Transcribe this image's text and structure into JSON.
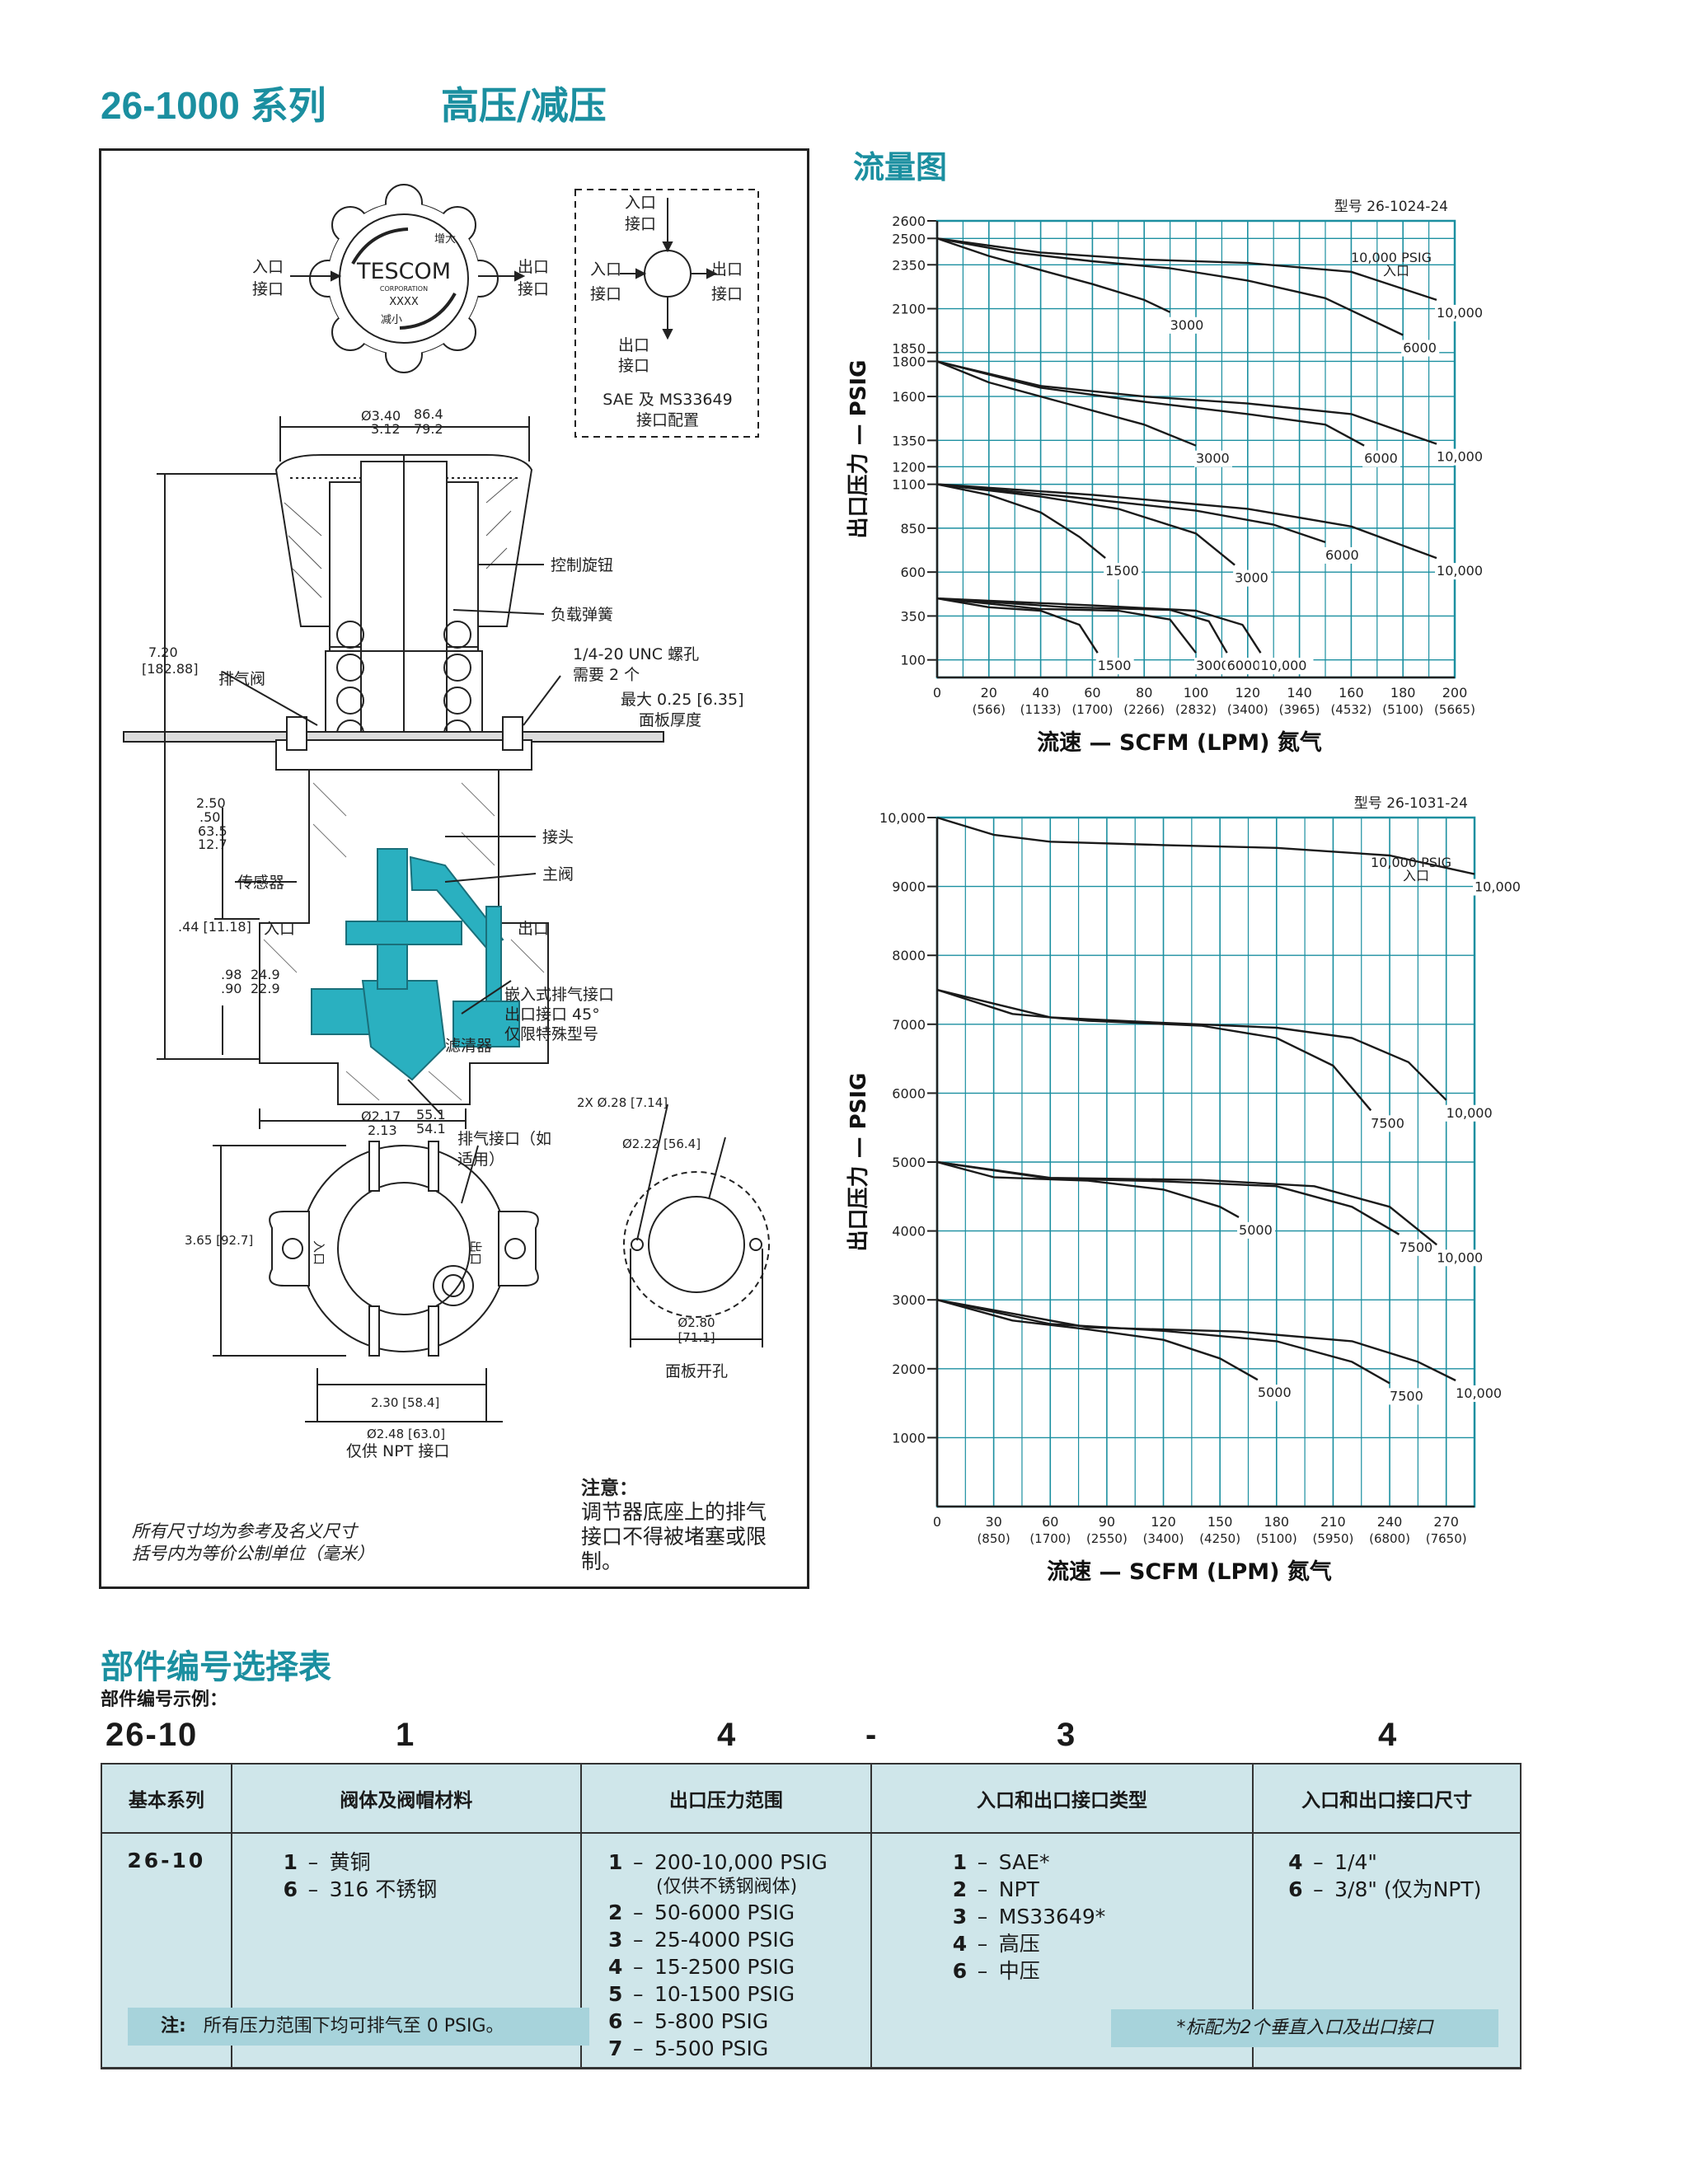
{
  "header": {
    "series": "26-1000 系列",
    "subtitle": "高压/减压"
  },
  "drawing": {
    "knob": {
      "brand": "TESCOM",
      "brand_sub": "CORPORATION",
      "model": "XXXX",
      "increase": "增大",
      "decrease": "减小",
      "inlet_port": [
        "入口",
        "接口"
      ],
      "outlet_port": [
        "出口",
        "接口"
      ]
    },
    "port_config": {
      "inlet": [
        "入口",
        "接口"
      ],
      "inlet_left": [
        "入口",
        "接口"
      ],
      "outlet_right": [
        "出口",
        "接口"
      ],
      "outlet_bottom": [
        "出口",
        "接口"
      ],
      "caption": [
        "SAE 及 MS33649",
        "接口配置"
      ]
    },
    "dims": {
      "top_width_in": "Ø3.40",
      "top_width_in2": "3.12",
      "top_width_mm": "86.4",
      "top_width_mm2": "79.2",
      "height": "7.20",
      "height_mm": "[182.88]",
      "d250": "2.50",
      "d50": ".50",
      "d635": "63.5",
      "d127": "12.7",
      "d44": ".44 [11.18]",
      "d98": ".98",
      "d90": ".90",
      "d249": "24.9",
      "d229": "22.9",
      "base_in": "Ø2.17",
      "base_in2": "2.13",
      "base_mm": "55.1",
      "base_mm2": "54.1",
      "hole": "2X Ø.28 [7.14]",
      "d222": "Ø2.22 [56.4]",
      "d365": "3.65 [92.7]",
      "d280": "Ø2.80",
      "d280mm": "[71.1]",
      "panel_cut": "面板开孔",
      "d230": "2.30 [58.4]",
      "d248": "Ø2.48 [63.0]",
      "npt_only": "仅供 NPT 接口"
    },
    "callouts": {
      "knob": "控制旋钮",
      "spring": "负载弹簧",
      "unc": "1/4-20 UNC 螺孔",
      "unc2": "需要 2 个",
      "panel_max": "最大 0.25 [6.35]",
      "panel_thk": "面板厚度",
      "vent_valve": "排气阀",
      "connector": "接头",
      "main_valve": "主阀",
      "sensor": "传感器",
      "inlet": "入口",
      "outlet": "出口",
      "embedded_vent": "嵌入式排气接口",
      "outlet45": "出口接口 45°",
      "special": "仅限特殊型号",
      "filter": "滤清器",
      "vent_port": "排气接口（如",
      "vent_port2": "适用）",
      "in_mark": "入口",
      "out_mark": "出口"
    },
    "footnote": [
      "所有尺寸均为参考及名义尺寸",
      "括号内为等价公制单位（毫米）"
    ],
    "caution": {
      "title": "注意：",
      "lines": [
        "调节器底座上的排气",
        "接口不得被堵塞或限",
        "制。"
      ]
    }
  },
  "flow_title": "流量图",
  "chart_data": [
    {
      "type": "line",
      "title": "型号 26-1024-24",
      "xlabel": "流速 — SCFM (LPM) 氮气",
      "ylabel": "出口压力 — PSIG",
      "xlim": [
        0,
        200
      ],
      "ylim": [
        0,
        2600
      ],
      "x_ticks": [
        0,
        20,
        40,
        60,
        80,
        100,
        120,
        140,
        160,
        180,
        200
      ],
      "x_tick_labels": [
        "0",
        "20",
        "40",
        "60",
        "80",
        "100",
        "120",
        "140",
        "160",
        "180",
        "200"
      ],
      "x_tick_sublabels": [
        "",
        "(566)",
        "(1133)",
        "(1700)",
        "(2266)",
        "(2832)",
        "(3400)",
        "(3965)",
        "(4532)",
        "(5100)",
        "(5665)"
      ],
      "y_tick_labels": [
        {
          "value": 100,
          "label": "100"
        },
        {
          "value": 350,
          "label": "350"
        },
        {
          "value": 600,
          "label": "600"
        },
        {
          "value": 850,
          "label": "850"
        },
        {
          "value": 1100,
          "label": "1100"
        },
        {
          "value": 1200,
          "label": "1200"
        },
        {
          "value": 1350,
          "label": "1350"
        },
        {
          "value": 1600,
          "label": "1600"
        },
        {
          "value": 1800,
          "label": "1800"
        },
        {
          "value": 1850,
          "label": "1850"
        },
        {
          "value": 2100,
          "label": "2100"
        },
        {
          "value": 2350,
          "label": "2350"
        },
        {
          "value": 2500,
          "label": "2500"
        },
        {
          "value": 2600,
          "label": "2600"
        }
      ],
      "annotation": [
        "10,000 PSIG",
        "入口"
      ],
      "series": [
        {
          "name": "3000",
          "x": [
            0,
            20,
            40,
            60,
            80,
            90
          ],
          "y": [
            2500,
            2400,
            2320,
            2240,
            2150,
            2080
          ]
        },
        {
          "name": "6000",
          "x": [
            0,
            30,
            60,
            90,
            120,
            150,
            180
          ],
          "y": [
            2500,
            2420,
            2370,
            2330,
            2260,
            2160,
            1950
          ]
        },
        {
          "name": "10,000",
          "x": [
            0,
            40,
            80,
            120,
            160,
            193
          ],
          "y": [
            2500,
            2420,
            2380,
            2360,
            2310,
            2150
          ]
        },
        {
          "name": "3000",
          "x": [
            0,
            20,
            50,
            80,
            100
          ],
          "y": [
            1800,
            1680,
            1560,
            1440,
            1320
          ]
        },
        {
          "name": "6000",
          "x": [
            0,
            40,
            80,
            120,
            150,
            165
          ],
          "y": [
            1800,
            1650,
            1570,
            1500,
            1440,
            1320
          ]
        },
        {
          "name": "10,000",
          "x": [
            0,
            40,
            80,
            120,
            160,
            193
          ],
          "y": [
            1800,
            1660,
            1600,
            1560,
            1500,
            1330
          ]
        },
        {
          "name": "1500",
          "x": [
            0,
            20,
            40,
            55,
            65
          ],
          "y": [
            1100,
            1040,
            940,
            800,
            680
          ]
        },
        {
          "name": "3000",
          "x": [
            0,
            40,
            70,
            100,
            115
          ],
          "y": [
            1100,
            1030,
            960,
            820,
            640
          ]
        },
        {
          "name": "6000",
          "x": [
            0,
            50,
            100,
            130,
            150
          ],
          "y": [
            1100,
            1030,
            950,
            870,
            770
          ]
        },
        {
          "name": "10,000",
          "x": [
            0,
            60,
            120,
            160,
            193
          ],
          "y": [
            1100,
            1040,
            960,
            860,
            680
          ]
        },
        {
          "name": "1500",
          "x": [
            0,
            20,
            40,
            55,
            62
          ],
          "y": [
            450,
            400,
            380,
            300,
            140
          ]
        },
        {
          "name": "3000",
          "x": [
            0,
            40,
            70,
            90,
            100
          ],
          "y": [
            450,
            390,
            380,
            330,
            140
          ]
        },
        {
          "name": "6000",
          "x": [
            0,
            50,
            90,
            105,
            112
          ],
          "y": [
            450,
            400,
            385,
            320,
            140
          ]
        },
        {
          "name": "10,000",
          "x": [
            0,
            60,
            100,
            118,
            125
          ],
          "y": [
            450,
            410,
            380,
            300,
            140
          ]
        }
      ],
      "grid": true
    },
    {
      "type": "line",
      "title": "型号 26-1031-24",
      "xlabel": "流速 — SCFM (LPM) 氮气",
      "ylabel": "出口压力 — PSIG",
      "xlim": [
        0,
        285
      ],
      "ylim": [
        0,
        10000
      ],
      "x_ticks": [
        0,
        30,
        60,
        90,
        120,
        150,
        180,
        210,
        240,
        270
      ],
      "x_tick_labels": [
        "0",
        "30",
        "60",
        "90",
        "120",
        "150",
        "180",
        "210",
        "240",
        "270"
      ],
      "x_tick_sublabels": [
        "",
        "(850)",
        "(1700)",
        "(2550)",
        "(3400)",
        "(4250)",
        "(5100)",
        "(5950)",
        "(6800)",
        "(7650)"
      ],
      "y_tick_labels": [
        {
          "value": 1000,
          "label": "1000"
        },
        {
          "value": 2000,
          "label": "2000"
        },
        {
          "value": 3000,
          "label": "3000"
        },
        {
          "value": 4000,
          "label": "4000"
        },
        {
          "value": 5000,
          "label": "5000"
        },
        {
          "value": 6000,
          "label": "6000"
        },
        {
          "value": 7000,
          "label": "7000"
        },
        {
          "value": 8000,
          "label": "8000"
        },
        {
          "value": 9000,
          "label": "9000"
        },
        {
          "value": 10000,
          "label": "10,000"
        }
      ],
      "annotation": [
        "10,000 PSIG",
        "入口"
      ],
      "series": [
        {
          "name": "10,000",
          "x": [
            0,
            30,
            60,
            120,
            180,
            240,
            285
          ],
          "y": [
            10000,
            9750,
            9650,
            9600,
            9560,
            9450,
            9180
          ]
        },
        {
          "name": "7500",
          "x": [
            0,
            40,
            80,
            140,
            180,
            210,
            230
          ],
          "y": [
            7500,
            7150,
            7050,
            6980,
            6800,
            6400,
            5750
          ]
        },
        {
          "name": "10,000",
          "x": [
            0,
            60,
            120,
            180,
            220,
            250,
            270
          ],
          "y": [
            7500,
            7100,
            7020,
            6950,
            6800,
            6450,
            5900
          ]
        },
        {
          "name": "5000",
          "x": [
            0,
            30,
            80,
            120,
            150,
            160
          ],
          "y": [
            5000,
            4780,
            4730,
            4600,
            4350,
            4200
          ]
        },
        {
          "name": "7500",
          "x": [
            0,
            60,
            120,
            180,
            220,
            245
          ],
          "y": [
            5000,
            4760,
            4720,
            4650,
            4350,
            3950
          ]
        },
        {
          "name": "10,000",
          "x": [
            0,
            60,
            140,
            200,
            240,
            265
          ],
          "y": [
            5000,
            4770,
            4740,
            4650,
            4350,
            3800
          ]
        },
        {
          "name": "5000",
          "x": [
            0,
            40,
            80,
            120,
            150,
            170
          ],
          "y": [
            3000,
            2700,
            2570,
            2420,
            2150,
            1840
          ]
        },
        {
          "name": "7500",
          "x": [
            0,
            60,
            120,
            180,
            220,
            240
          ],
          "y": [
            3000,
            2650,
            2550,
            2400,
            2100,
            1790
          ]
        },
        {
          "name": "10,000",
          "x": [
            0,
            80,
            160,
            220,
            255,
            275
          ],
          "y": [
            3000,
            2600,
            2540,
            2400,
            2100,
            1830
          ]
        }
      ],
      "grid": true
    }
  ],
  "parts": {
    "title": "部件编号选择表",
    "example_label": "部件编号示例：",
    "code": [
      "26-10",
      "1",
      "4",
      "-",
      "3",
      "4"
    ],
    "headers": [
      "基本系列",
      "阀体及阀帽材料",
      "出口压力范围",
      "入口和出口接口类型",
      "入口和出口接口尺寸"
    ],
    "series_value": "26-10",
    "materials": [
      {
        "code": "1",
        "label": "黄铜"
      },
      {
        "code": "6",
        "label": "316 不锈钢"
      }
    ],
    "pressure": [
      {
        "code": "1",
        "label": "200-10,000 PSIG",
        "sub": "(仅供不锈钢阀体)"
      },
      {
        "code": "2",
        "label": "50-6000 PSIG"
      },
      {
        "code": "3",
        "label": "25-4000 PSIG"
      },
      {
        "code": "4",
        "label": "15-2500 PSIG"
      },
      {
        "code": "5",
        "label": "10-1500 PSIG"
      },
      {
        "code": "6",
        "label": "5-800 PSIG"
      },
      {
        "code": "7",
        "label": "5-500 PSIG"
      }
    ],
    "ports": [
      {
        "code": "1",
        "label": "SAE*"
      },
      {
        "code": "2",
        "label": "NPT"
      },
      {
        "code": "3",
        "label": "MS33649*"
      },
      {
        "code": "4",
        "label": "高压"
      },
      {
        "code": "6",
        "label": "中压"
      }
    ],
    "sizes": [
      {
        "code": "4",
        "label": "1/4\""
      },
      {
        "code": "6",
        "label": "3/8\" (仅为NPT)"
      }
    ],
    "note_label": "注:",
    "note_text": "所有压力范围下均可排气至 0 PSIG。",
    "star_note": "*标配为2个垂直入口及出口接口"
  },
  "colors": {
    "accent": "#1b8fa0",
    "table_bg": "#cfe6ea",
    "note_bg": "#a7d3db",
    "cutaway_teal": "#2ab0c0"
  }
}
